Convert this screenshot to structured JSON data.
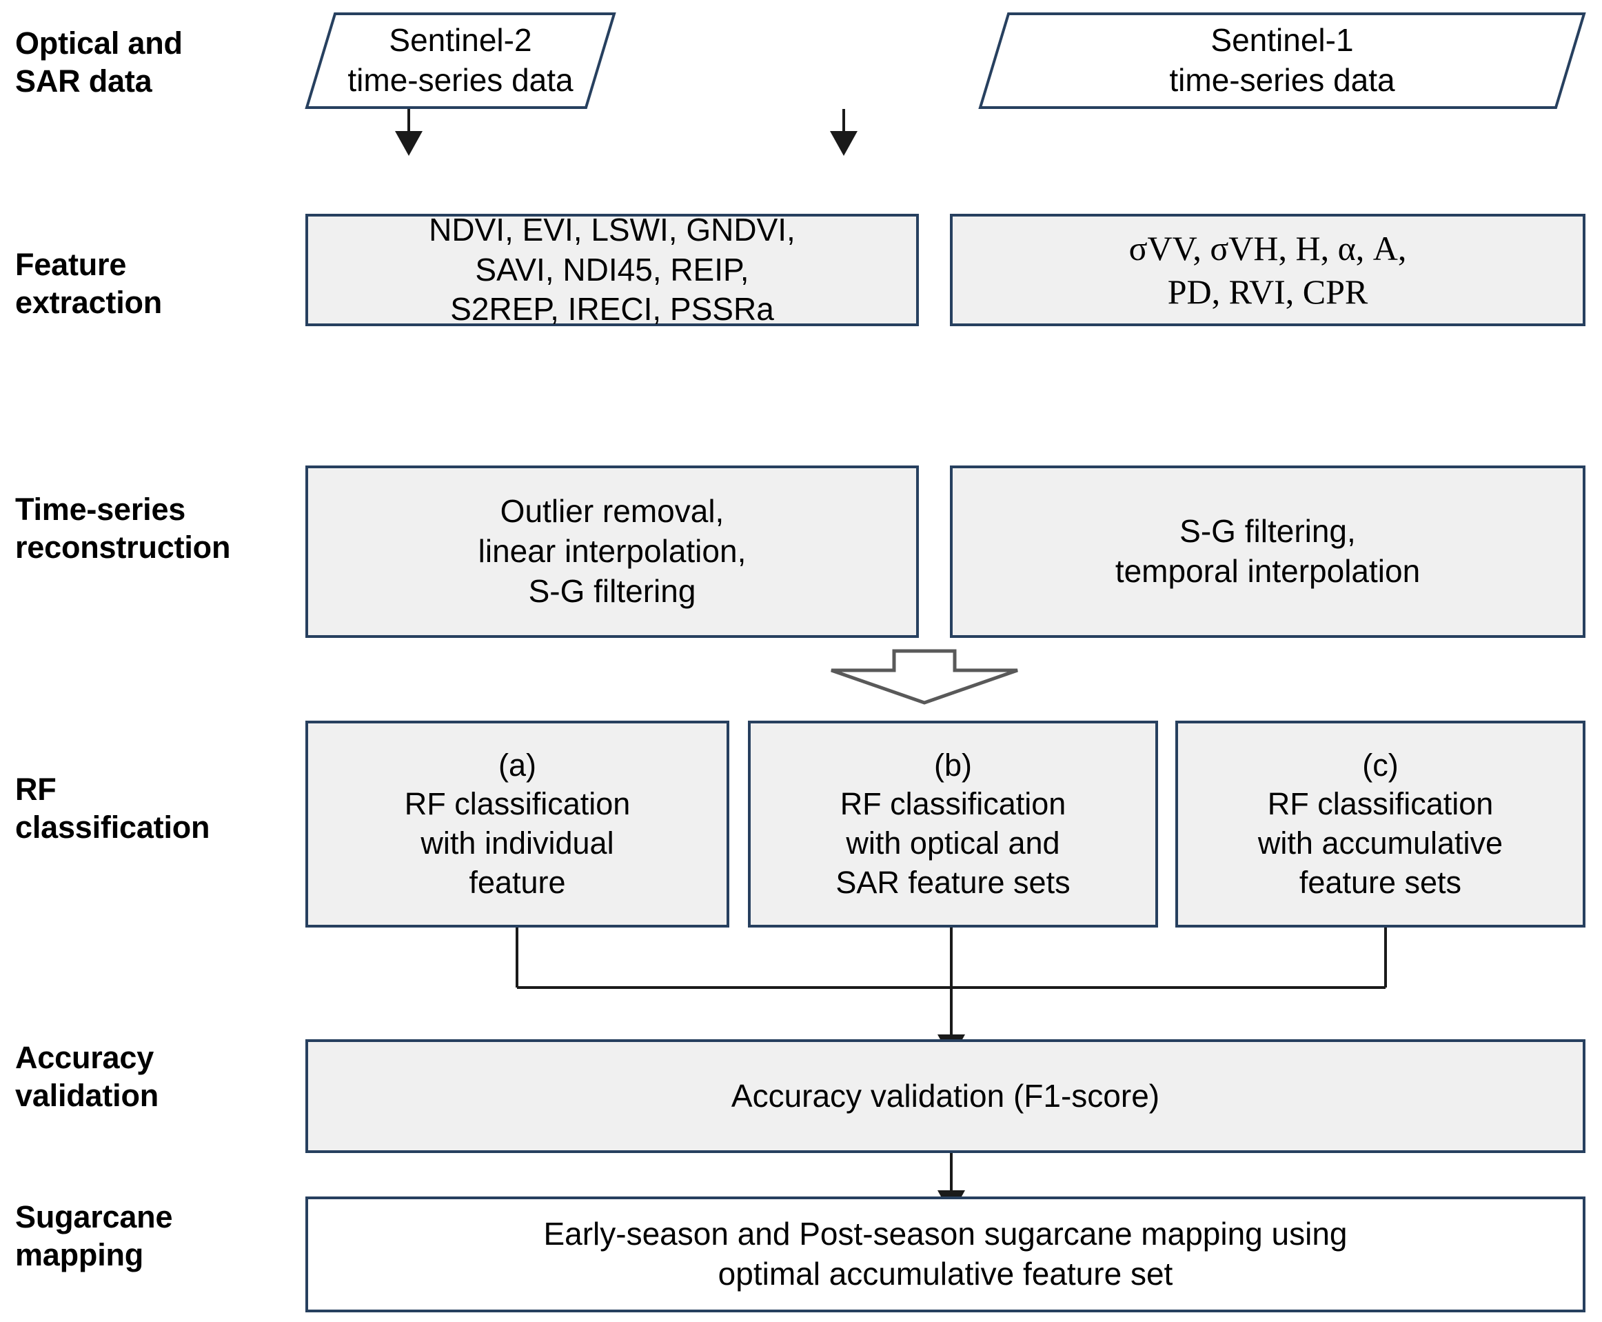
{
  "figure": {
    "title": "Sugarcane mapping methodology flowchart",
    "colors": {
      "box_border": "#27405f",
      "box_fill": "#f0f0f0",
      "box_fill_white": "#ffffff",
      "arrow": "#1a1a1a",
      "block_arrow_stroke": "#595959",
      "background": "#ffffff",
      "text": "#000000"
    }
  },
  "stages": [
    {
      "id": "stage-optical-sar-data",
      "label": "Optical and\nSAR data"
    },
    {
      "id": "stage-feature-extraction",
      "label": "Feature\nextraction"
    },
    {
      "id": "stage-timeseries-reconstruction",
      "label": "Time-series\nreconstruction"
    },
    {
      "id": "stage-rf-classification",
      "label": "RF\nclassification"
    },
    {
      "id": "stage-accuracy-validation",
      "label": "Accuracy\nvalidation"
    },
    {
      "id": "stage-sugarcane-mapping",
      "label": "Sugarcane\nmapping"
    }
  ],
  "nodes": {
    "sentinel2_source": {
      "label": "Sentinel-2\ntime-series data",
      "shape": "parallelogram"
    },
    "sentinel1_source": {
      "label": "Sentinel-1\ntime-series data",
      "shape": "parallelogram"
    },
    "optical_features": {
      "label": "NDVI, EVI, LSWI, GNDVI,\nSAVI, NDI45, REIP,\nS2REP, IRECI, PSSRa",
      "shape": "rect"
    },
    "sar_features": {
      "label": "σVV, σVH, H, α, A,\nPD, RVI, CPR",
      "shape": "rect"
    },
    "optical_reconstruction": {
      "label": "Outlier removal,\nlinear interpolation,\nS-G filtering",
      "shape": "rect"
    },
    "sar_reconstruction": {
      "label": "S-G filtering,\ntemporal interpolation",
      "shape": "rect"
    },
    "rf_a": {
      "label": "(a)\nRF classification\nwith individual\nfeature",
      "shape": "rect"
    },
    "rf_b": {
      "label": "(b)\nRF classification\nwith optical and\nSAR feature sets",
      "shape": "rect"
    },
    "rf_c": {
      "label": "(c)\nRF classification\nwith accumulative\nfeature sets",
      "shape": "rect"
    },
    "accuracy_validation": {
      "label": "Accuracy validation (F1-score)",
      "shape": "rect"
    },
    "sugarcane_mapping": {
      "label": "Early-season and Post-season sugarcane mapping using\noptimal accumulative feature set",
      "shape": "rect"
    }
  },
  "connectors": [
    {
      "id": "arrow-s2-to-optical-features",
      "from": "sentinel2_source",
      "to": "optical_features"
    },
    {
      "id": "arrow-s1-to-sar-features",
      "from": "sentinel1_source",
      "to": "sar_features"
    },
    {
      "id": "arrow-optical-features-to-recon",
      "from": "optical_features",
      "to": "optical_reconstruction"
    },
    {
      "id": "arrow-sar-features-to-recon",
      "from": "sar_features",
      "to": "sar_reconstruction"
    },
    {
      "id": "block-arrow-recon-to-rf",
      "from": "reconstruction_row",
      "to": "rf_row",
      "style": "block-arrow"
    },
    {
      "id": "arrow-rf-to-validation",
      "from": "rf_a, rf_b, rf_c",
      "to": "accuracy_validation",
      "style": "merge"
    },
    {
      "id": "arrow-validation-to-mapping",
      "from": "accuracy_validation",
      "to": "sugarcane_mapping"
    }
  ]
}
